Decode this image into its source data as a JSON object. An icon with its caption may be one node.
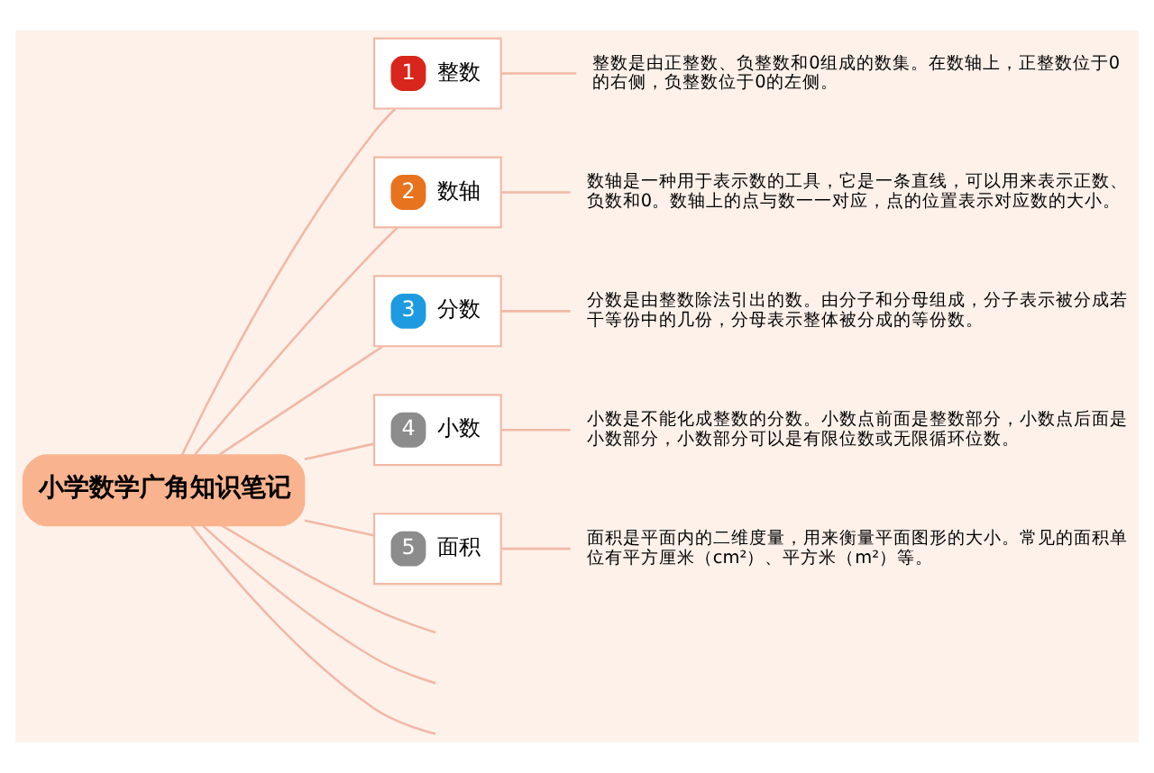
{
  "diagram": {
    "nodes": [
      {
        "text": [
          "小学数学广角知识笔记"
        ]
      },
      {
        "text": [
          "1",
          "整数"
        ]
      },
      {
        "text": [
          "整数是由正整数、负整数和0组成的数集。在数轴上，正整数位于0的右侧，负整数位于0的左侧。"
        ]
      },
      {
        "text": [
          "2",
          "数轴"
        ]
      },
      {
        "text": [
          "数轴是一种用于表示数的工具，它是一条直线，可以用来表示正数、负数和0。数轴上的点与数一一对应，点的位置表示对应数的大小。"
        ]
      },
      {
        "text": [
          "3",
          "分数"
        ]
      },
      {
        "text": [
          "分数是由整数除法引出的数。由分子和分母组成，分子表示被分成若干等份中的几份，分母表示整体被分成的等份数。"
        ]
      },
      {
        "text": [
          "4",
          "小数"
        ]
      },
      {
        "text": [
          "小数是不能化成整数的分数。小数点前面是整数部分，小数点后面是小数部分，小数部分可以是有限位数或无限循环位数。"
        ]
      },
      {
        "text": [
          "5",
          "面积"
        ]
      },
      {
        "text": [
          "面积是平面内的二维度量，用来衡量平面图形的大小。常见的面积单位有平方厘米（cm²）、平方米（m²）等。"
        ]
      }
    ],
    "edges": [
      {
        "from": 0,
        "to": 1,
        "arrow": "none"
      },
      {
        "from": 1,
        "to": 2,
        "arrow": "none"
      },
      {
        "from": 0,
        "to": 3,
        "arrow": "none"
      },
      {
        "from": 3,
        "to": 4,
        "arrow": "none"
      },
      {
        "from": 0,
        "to": 5,
        "arrow": "none"
      },
      {
        "from": 5,
        "to": 6,
        "arrow": "none"
      },
      {
        "from": 0,
        "to": 7,
        "arrow": "none"
      },
      {
        "from": 7,
        "to": 8,
        "arrow": "none"
      },
      {
        "from": 0,
        "to": 9,
        "arrow": "none"
      },
      {
        "from": 9,
        "to": 10,
        "arrow": "none"
      },
      {
        "from": 0,
        "to": null,
        "arrow": "none"
      },
      {
        "from": 0,
        "to": null,
        "arrow": "none"
      },
      {
        "from": 0,
        "to": null,
        "arrow": "none"
      }
    ]
  }
}
